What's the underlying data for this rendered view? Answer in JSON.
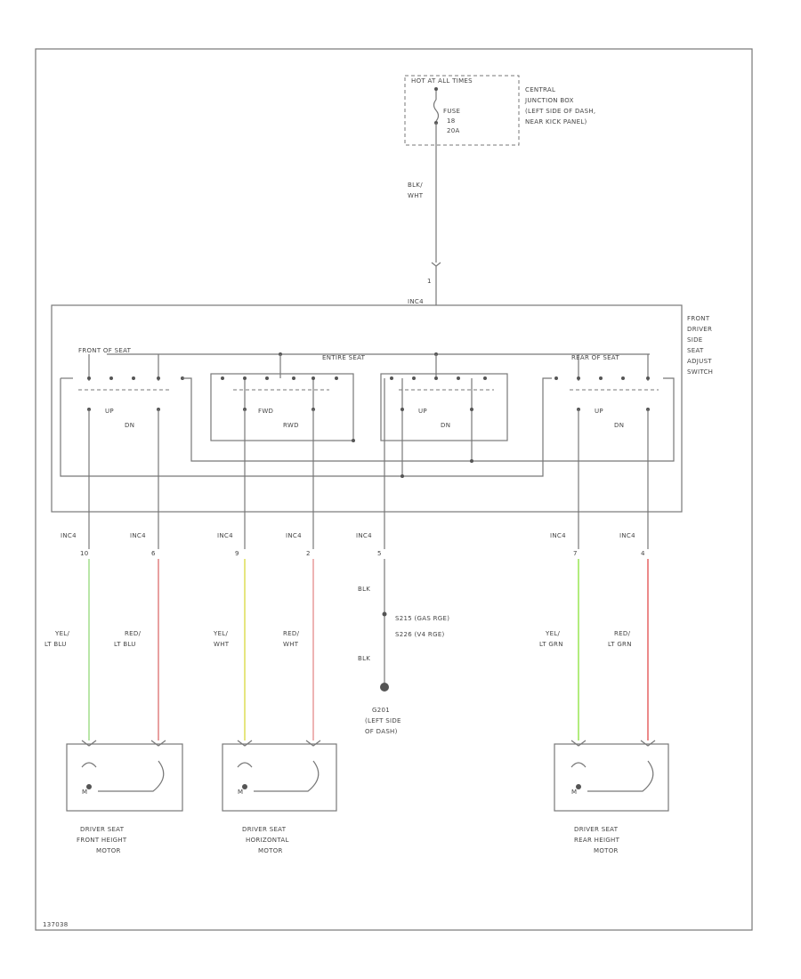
{
  "junction_box": {
    "header": "HOT AT ALL TIMES",
    "fuse_label": "FUSE",
    "fuse_number": "18",
    "fuse_rating": "20A",
    "name": [
      "CENTRAL",
      "JUNCTION BOX",
      "(LEFT SIDE OF DASH,",
      "NEAR KICK PANEL)"
    ]
  },
  "feed_wire": {
    "color_line1": "BLK/",
    "color_line2": "WHT"
  },
  "switch": {
    "pin": "1",
    "connector": "INC4",
    "name": [
      "FRONT",
      "DRIVER",
      "SIDE",
      "SEAT",
      "ADJUST",
      "SWITCH"
    ],
    "sections": [
      {
        "title": "FRONT OF SEAT",
        "label_top": "UP",
        "label_bottom": "DN"
      },
      {
        "title": "ENTIRE SEAT",
        "label_top": "FWD",
        "label_bottom": "RWD"
      },
      {
        "title": "",
        "label_top": "UP",
        "label_bottom": "DN"
      },
      {
        "title": "REAR OF SEAT",
        "label_top": "UP",
        "label_bottom": "DN"
      }
    ]
  },
  "connectors": [
    {
      "name": "INC4",
      "pin": "10"
    },
    {
      "name": "INC4",
      "pin": "6"
    },
    {
      "name": "INC4",
      "pin": "9"
    },
    {
      "name": "INC4",
      "pin": "2"
    },
    {
      "name": "INC4",
      "pin": "5"
    },
    {
      "name": "INC4",
      "pin": "7"
    },
    {
      "name": "INC4",
      "pin": "4"
    }
  ],
  "wires": [
    {
      "color_line1": "YEL/",
      "color_line2": "LT BLU",
      "stroke": "#b9e6a8"
    },
    {
      "color_line1": "RED/",
      "color_line2": "LT BLU",
      "stroke": "#e8a0a0"
    },
    {
      "color_line1": "YEL/",
      "color_line2": "WHT",
      "stroke": "#e6e680"
    },
    {
      "color_line1": "RED/",
      "color_line2": "WHT",
      "stroke": "#eeb4b4"
    },
    {
      "color_line1": "YEL/",
      "color_line2": "LT GRN",
      "stroke": "#b2ec7e"
    },
    {
      "color_line1": "RED/",
      "color_line2": "LT GRN",
      "stroke": "#ec8a8a"
    }
  ],
  "ground": {
    "wire_top": "BLK",
    "splice_1": "S215  (GAS RGE)",
    "splice_2": "S226  (V4 RGE)",
    "wire_bottom": "BLK",
    "name": [
      "G201",
      "(LEFT SIDE",
      "OF DASH)"
    ]
  },
  "motors": [
    {
      "name": [
        "DRIVER SEAT",
        "FRONT HEIGHT",
        "MOTOR"
      ],
      "symbol": "M"
    },
    {
      "name": [
        "DRIVER SEAT",
        "HORIZONTAL",
        "MOTOR"
      ],
      "symbol": "M"
    },
    {
      "name": [
        "DRIVER SEAT",
        "REAR HEIGHT",
        "MOTOR"
      ],
      "symbol": "M"
    }
  ],
  "footer_code": "137038"
}
